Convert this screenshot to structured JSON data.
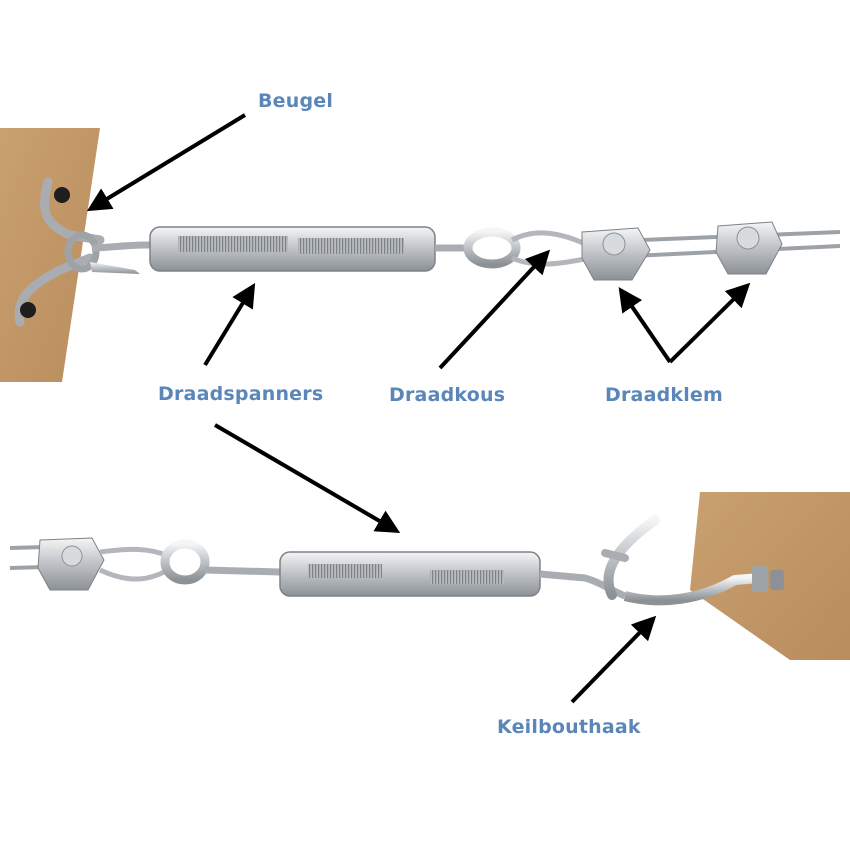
{
  "labels": {
    "beugel": "Beugel",
    "draadspanners": "Draadspanners",
    "draadkous": "Draadkous",
    "draadklem": "Draadklem",
    "keilbouthaak": "Keilbouthaak"
  },
  "colors": {
    "label": "#5b86b8",
    "wood": "#c49a6c",
    "steel": "#c8ccd0",
    "arrow": "#000000"
  }
}
